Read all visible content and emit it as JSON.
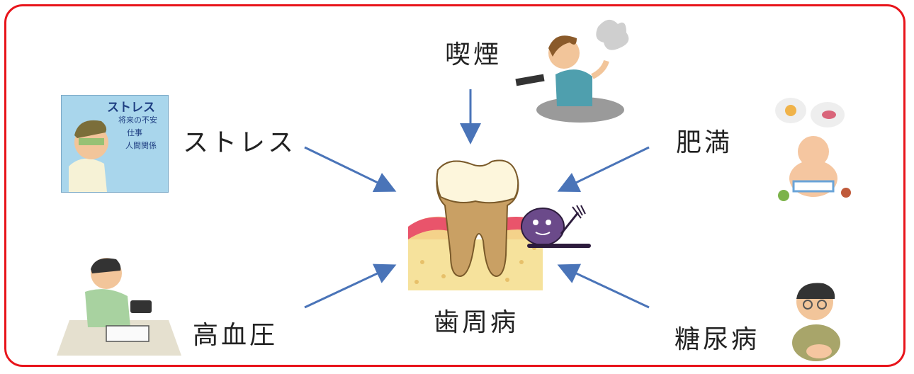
{
  "center": {
    "label": "歯周病"
  },
  "factors": {
    "smoking": "喫煙",
    "stress": "ストレス",
    "obesity": "肥満",
    "high_blood_pressure": "高血圧",
    "diabetes": "糖尿病"
  },
  "stress_poster": {
    "title": "ストレス",
    "lines": [
      "将来の不安",
      "仕事",
      "人間関係"
    ]
  },
  "colors": {
    "border": "#e8141b",
    "arrow": "#4a74b8",
    "gum": "#e9546b",
    "tooth": "#c9a064",
    "germ": "#6b4a8a"
  }
}
